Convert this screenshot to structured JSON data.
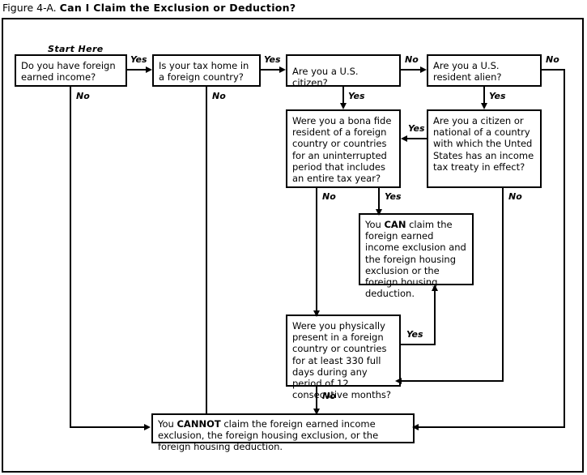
{
  "caption": {
    "figure_label": "Figure 4-A.",
    "title": "Can I Claim the Exclusion or Deduction?"
  },
  "start_marker": "Start Here",
  "nodes": {
    "q1": "Do you have foreign earned income?",
    "q2": "Is your tax home in a foreign country?",
    "q3": "Are you a U.S. citizen?",
    "q4": "Are you a U.S. resident alien?",
    "q5": "Were you a bona fide resident of a foreign country or countries for an uninterrupted period that includes an entire tax year?",
    "q6": "Are you a citizen or national of a country with which the Unted States has an income tax treaty in effect?",
    "q7": "Were you physically present in a foreign country or countries for at least 330 full days during any period of 12 consecutive months?",
    "can_prefix": "You ",
    "can_bold": "CAN",
    "can_rest": " claim the foreign earned income exclusion and the foreign housing exclusion or the foreign housing deduction.",
    "cannot_prefix": "You ",
    "cannot_bold": "CANNOT",
    "cannot_rest": " claim the foreign earned income exclusion, the foreign housing exclusion, or the foreign housing deduction."
  },
  "edges": {
    "q1_yes": "Yes",
    "q1_no": "No",
    "q2_yes": "Yes",
    "q2_no": "No",
    "q3_no": "No",
    "q3_yes": "Yes",
    "q4_no": "No",
    "q4_yes": "Yes",
    "q5_no": "No",
    "q5_yes": "Yes",
    "q6_yes": "Yes",
    "q6_no": "No",
    "q7_yes": "Yes",
    "q7_no": "No"
  },
  "colors": {
    "ink": "#000000",
    "paper": "#ffffff"
  }
}
